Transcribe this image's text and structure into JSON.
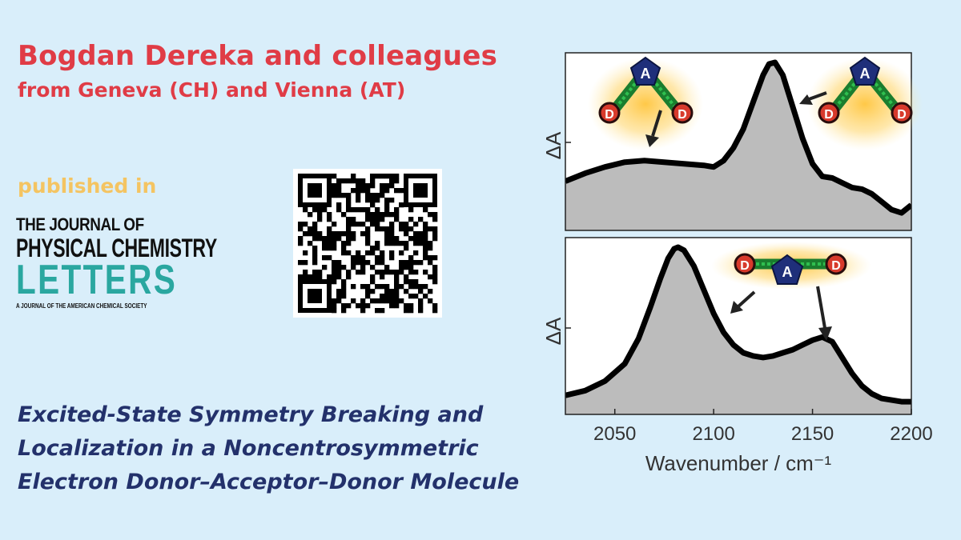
{
  "header": {
    "author": "Bogdan Dereka and colleagues",
    "affiliation": "from Geneva (CH) and Vienna (AT)"
  },
  "publication": {
    "published_label": "published in",
    "journal_line1": "THE JOURNAL OF",
    "journal_line2": "PHYSICAL CHEMISTRY",
    "journal_line3": "LETTERS",
    "journal_tagline": "A JOURNAL OF THE AMERICAN CHEMICAL SOCIETY"
  },
  "paper_title": {
    "line1": "Excited-State Symmetry Breaking and",
    "line2": "Localization in a Noncentrosymmetric",
    "line3": "Electron Donor–Acceptor–Donor Molecule"
  },
  "molecule_labels": {
    "acceptor": "A",
    "donor": "D"
  },
  "colors": {
    "author_red": "#e03c46",
    "published_yellow": "#f4c462",
    "title_navy": "#23316b",
    "journal_teal": "#2aa7a0",
    "spectrum_fill": "#bcbcbc",
    "background": "#d9eefa"
  },
  "chart_data": [
    {
      "type": "area",
      "ylabel": "ΔA",
      "xlim": [
        2025,
        2200
      ],
      "x": [
        2025,
        2035,
        2045,
        2055,
        2065,
        2075,
        2085,
        2095,
        2100,
        2105,
        2110,
        2115,
        2120,
        2125,
        2128,
        2131,
        2135,
        2140,
        2145,
        2150,
        2155,
        2160,
        2165,
        2170,
        2175,
        2180,
        2185,
        2190,
        2195,
        2200
      ],
      "y": [
        0.25,
        0.3,
        0.34,
        0.37,
        0.38,
        0.37,
        0.36,
        0.35,
        0.34,
        0.38,
        0.46,
        0.58,
        0.75,
        0.92,
        0.99,
        1.0,
        0.92,
        0.72,
        0.52,
        0.36,
        0.28,
        0.27,
        0.24,
        0.21,
        0.2,
        0.17,
        0.12,
        0.07,
        0.05,
        0.1
      ]
    },
    {
      "type": "area",
      "ylabel": "ΔA",
      "xlabel": "Wavenumber / cm⁻¹",
      "xticks": [
        2050,
        2100,
        2150,
        2200
      ],
      "xlim": [
        2025,
        2200
      ],
      "x": [
        2025,
        2035,
        2045,
        2055,
        2062,
        2068,
        2073,
        2077,
        2080,
        2082,
        2085,
        2090,
        2095,
        2100,
        2105,
        2110,
        2115,
        2120,
        2125,
        2130,
        2135,
        2140,
        2145,
        2150,
        2155,
        2160,
        2165,
        2170,
        2175,
        2180,
        2185,
        2190,
        2195,
        2200
      ],
      "y": [
        0.06,
        0.09,
        0.15,
        0.26,
        0.42,
        0.62,
        0.8,
        0.93,
        0.99,
        1.0,
        0.98,
        0.88,
        0.73,
        0.58,
        0.46,
        0.38,
        0.33,
        0.31,
        0.3,
        0.31,
        0.33,
        0.35,
        0.38,
        0.41,
        0.43,
        0.4,
        0.3,
        0.2,
        0.12,
        0.07,
        0.04,
        0.03,
        0.02,
        0.02
      ]
    }
  ]
}
